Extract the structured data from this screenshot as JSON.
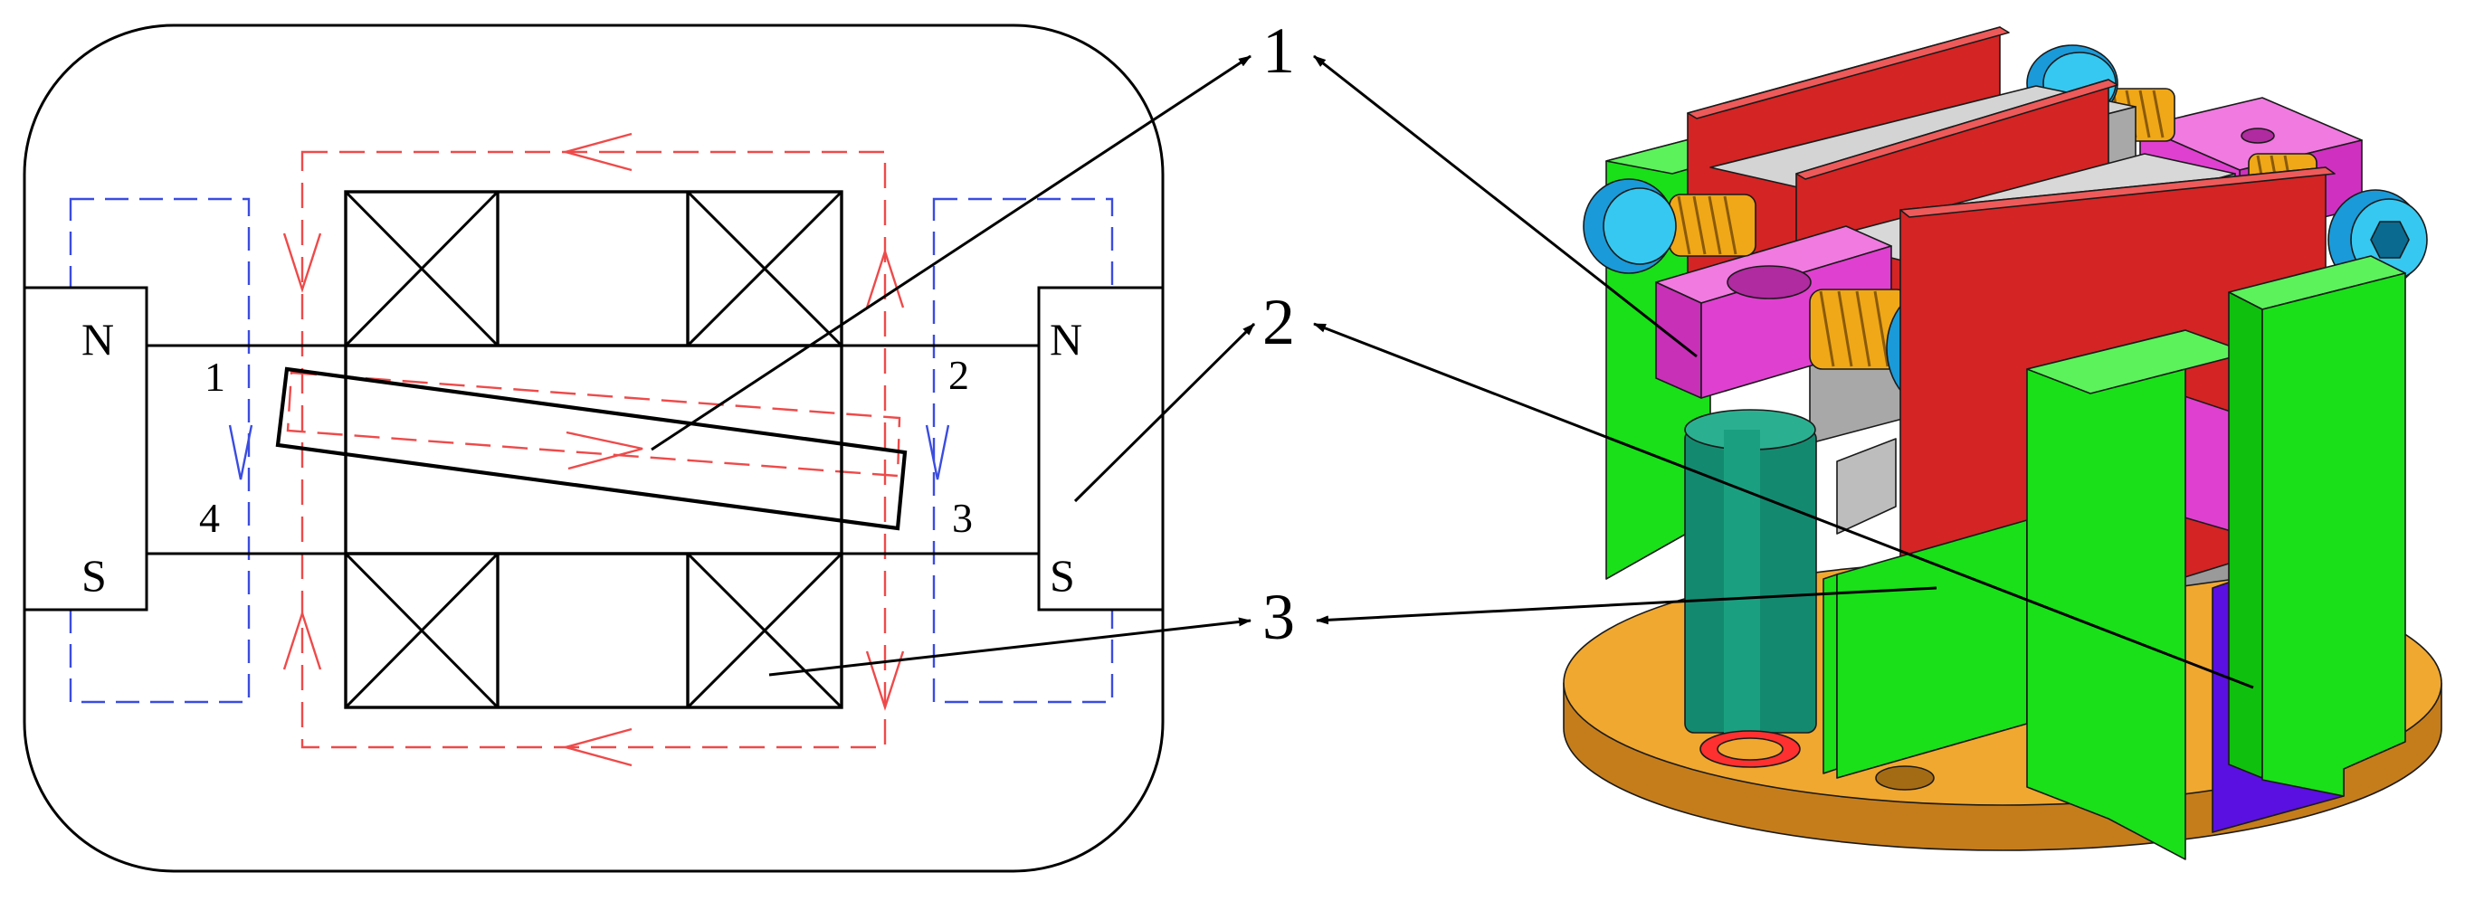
{
  "schematic": {
    "magnet_left": {
      "north": "N",
      "south": "S"
    },
    "magnet_right": {
      "north": "N",
      "south": "S"
    },
    "gap_labels": [
      "1",
      "2",
      "3",
      "4"
    ]
  },
  "callouts": [
    "1",
    "2",
    "3"
  ],
  "colors": {
    "outline": "#000000",
    "flux_coil": "#ee4a4a",
    "flux_magnet": "#3a4ce0",
    "armature_red": "#d42424",
    "frame_green": "#19e019",
    "bracket_magenta": "#e040d0",
    "screw_cyan": "#18c8e0",
    "spring_orange": "#f0a818",
    "base_orange": "#f0a830",
    "post_teal": "#138a70",
    "magnet_purple": "#5a10e0",
    "core_gray": "#a8a8a8"
  }
}
